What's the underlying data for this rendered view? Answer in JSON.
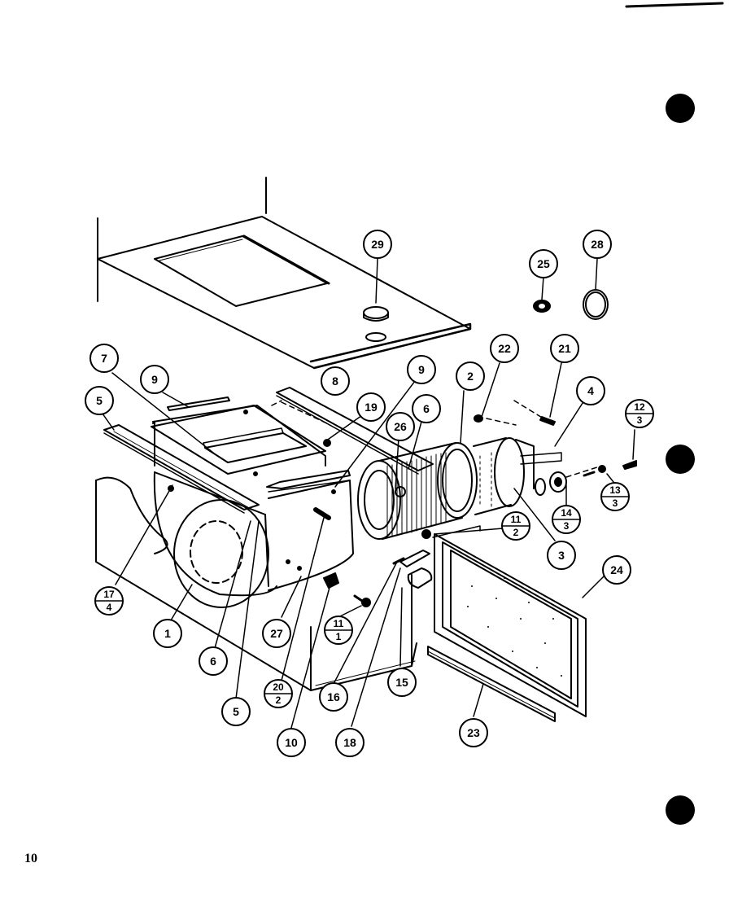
{
  "page": {
    "number": "10"
  },
  "callouts": [
    {
      "id": "c-29",
      "top": "29"
    },
    {
      "id": "c-25",
      "top": "25"
    },
    {
      "id": "c-28",
      "top": "28"
    },
    {
      "id": "c-7",
      "top": "7"
    },
    {
      "id": "c-9a",
      "top": "9"
    },
    {
      "id": "c-8",
      "top": "8"
    },
    {
      "id": "c-9b",
      "top": "9"
    },
    {
      "id": "c-2",
      "top": "2"
    },
    {
      "id": "c-22",
      "top": "22"
    },
    {
      "id": "c-21",
      "top": "21"
    },
    {
      "id": "c-4",
      "top": "4"
    },
    {
      "id": "c-5a",
      "top": "5"
    },
    {
      "id": "c-19",
      "top": "19"
    },
    {
      "id": "c-6a",
      "top": "6"
    },
    {
      "id": "c-26",
      "top": "26"
    },
    {
      "id": "c-12-3",
      "top": "12",
      "bottom": "3"
    },
    {
      "id": "c-11-2",
      "top": "11",
      "bottom": "2"
    },
    {
      "id": "c-14-3",
      "top": "14",
      "bottom": "3"
    },
    {
      "id": "c-13-3",
      "top": "13",
      "bottom": "3"
    },
    {
      "id": "c-3",
      "top": "3"
    },
    {
      "id": "c-24",
      "top": "24"
    },
    {
      "id": "c-17-4",
      "top": "17",
      "bottom": "4"
    },
    {
      "id": "c-1",
      "top": "1"
    },
    {
      "id": "c-27",
      "top": "27"
    },
    {
      "id": "c-11-1",
      "top": "11",
      "bottom": "1"
    },
    {
      "id": "c-6b",
      "top": "6"
    },
    {
      "id": "c-20-2",
      "top": "20",
      "bottom": "2"
    },
    {
      "id": "c-16",
      "top": "16"
    },
    {
      "id": "c-15",
      "top": "15"
    },
    {
      "id": "c-5b",
      "top": "5"
    },
    {
      "id": "c-10",
      "top": "10"
    },
    {
      "id": "c-18",
      "top": "18"
    },
    {
      "id": "c-23",
      "top": "23"
    }
  ]
}
